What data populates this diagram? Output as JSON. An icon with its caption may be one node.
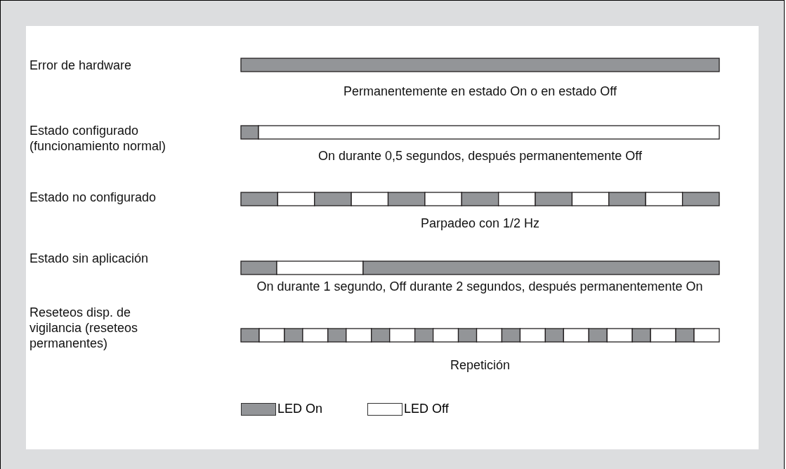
{
  "diagram": {
    "labels": [
      "Error de hardware",
      "Permanentemente en estado On o en estado Off",
      "Estado configurado (funcionamiento normal)",
      "On durante 0,5 segundos, después permanentemente Off",
      "Estado no configurado",
      "Parpadeo con 1/2 Hz",
      "Estado sin aplicación",
      "On durante 1 segundo, Off durante 2 segundos, después permanentemente On",
      "Reseteos disp. de vigilancia (reseteos permanentes)",
      "Repetición"
    ],
    "legend": [
      {
        "text": "LED On",
        "color": "#939598"
      },
      {
        "text": "LED Off",
        "color": "#ffffff"
      }
    ]
  }
}
